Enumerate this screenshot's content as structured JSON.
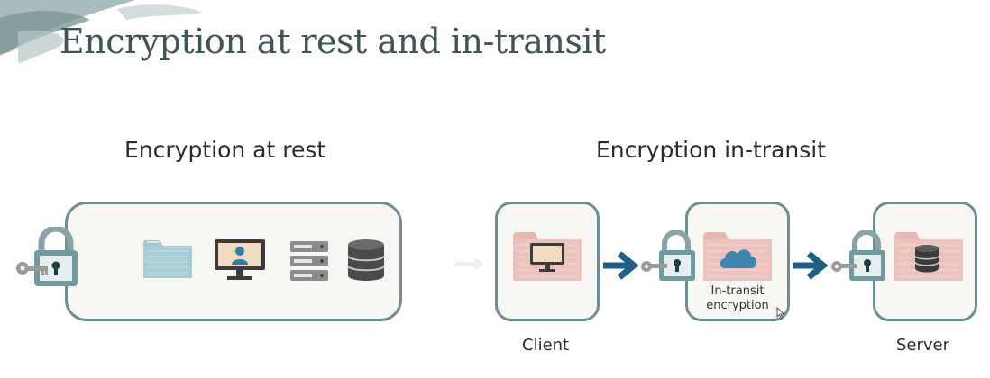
{
  "slide": {
    "title": "Encryption at rest and in-transit"
  },
  "rest": {
    "heading": "Encryption at rest",
    "icons": [
      "lock-key-icon",
      "folder-icon",
      "monitor-user-icon",
      "server-rack-icon",
      "database-icon"
    ]
  },
  "transit": {
    "heading": "Encryption in-transit",
    "client_label": "Client",
    "middle_label_line1": "In-transit",
    "middle_label_line2": "encryption",
    "server_label": "Server",
    "icons": [
      "monitor-icon",
      "cloud-icon",
      "database-icon",
      "arrow-right-icon",
      "lock-key-icon"
    ]
  },
  "colors": {
    "title": "#3f5659",
    "box_border": "#6d8e94",
    "box_fill": "#f8f6f3",
    "lock": "#6f9aa0",
    "arrow": "#1f5f86",
    "folder_pink": "#e7b8b1",
    "folder_blue": "#9fc6d0"
  }
}
